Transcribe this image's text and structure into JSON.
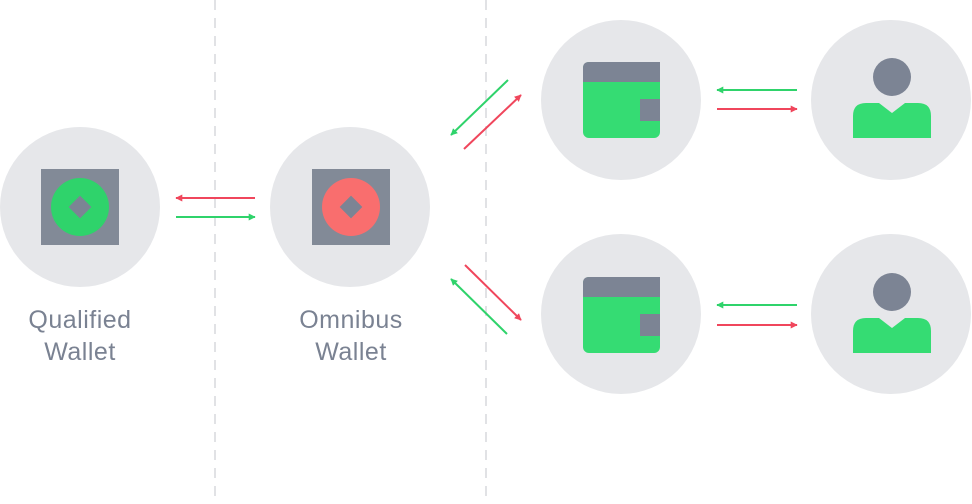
{
  "labels": {
    "qualified": {
      "line1": "Qualified",
      "line2": "Wallet"
    },
    "omnibus": {
      "line1": "Omnibus",
      "line2": "Wallet"
    }
  },
  "colors": {
    "circle_bg": "#e6e7ea",
    "divider": "#e1e2e5",
    "safe_body": "#828a97",
    "coin_green": "#2fd36b",
    "coin_red": "#f96e6e",
    "coin_center": "#7c8494",
    "wallet_green": "#35dc73",
    "wallet_gray": "#7c8494",
    "person_head": "#7c8494",
    "person_body": "#35dc73",
    "arrow_green": "#2fd36b",
    "arrow_red": "#f0465c"
  },
  "icons": {
    "qualified": "safe-icon",
    "omnibus": "safe-icon",
    "wallets": "wallet-icon",
    "users": "user-icon"
  }
}
